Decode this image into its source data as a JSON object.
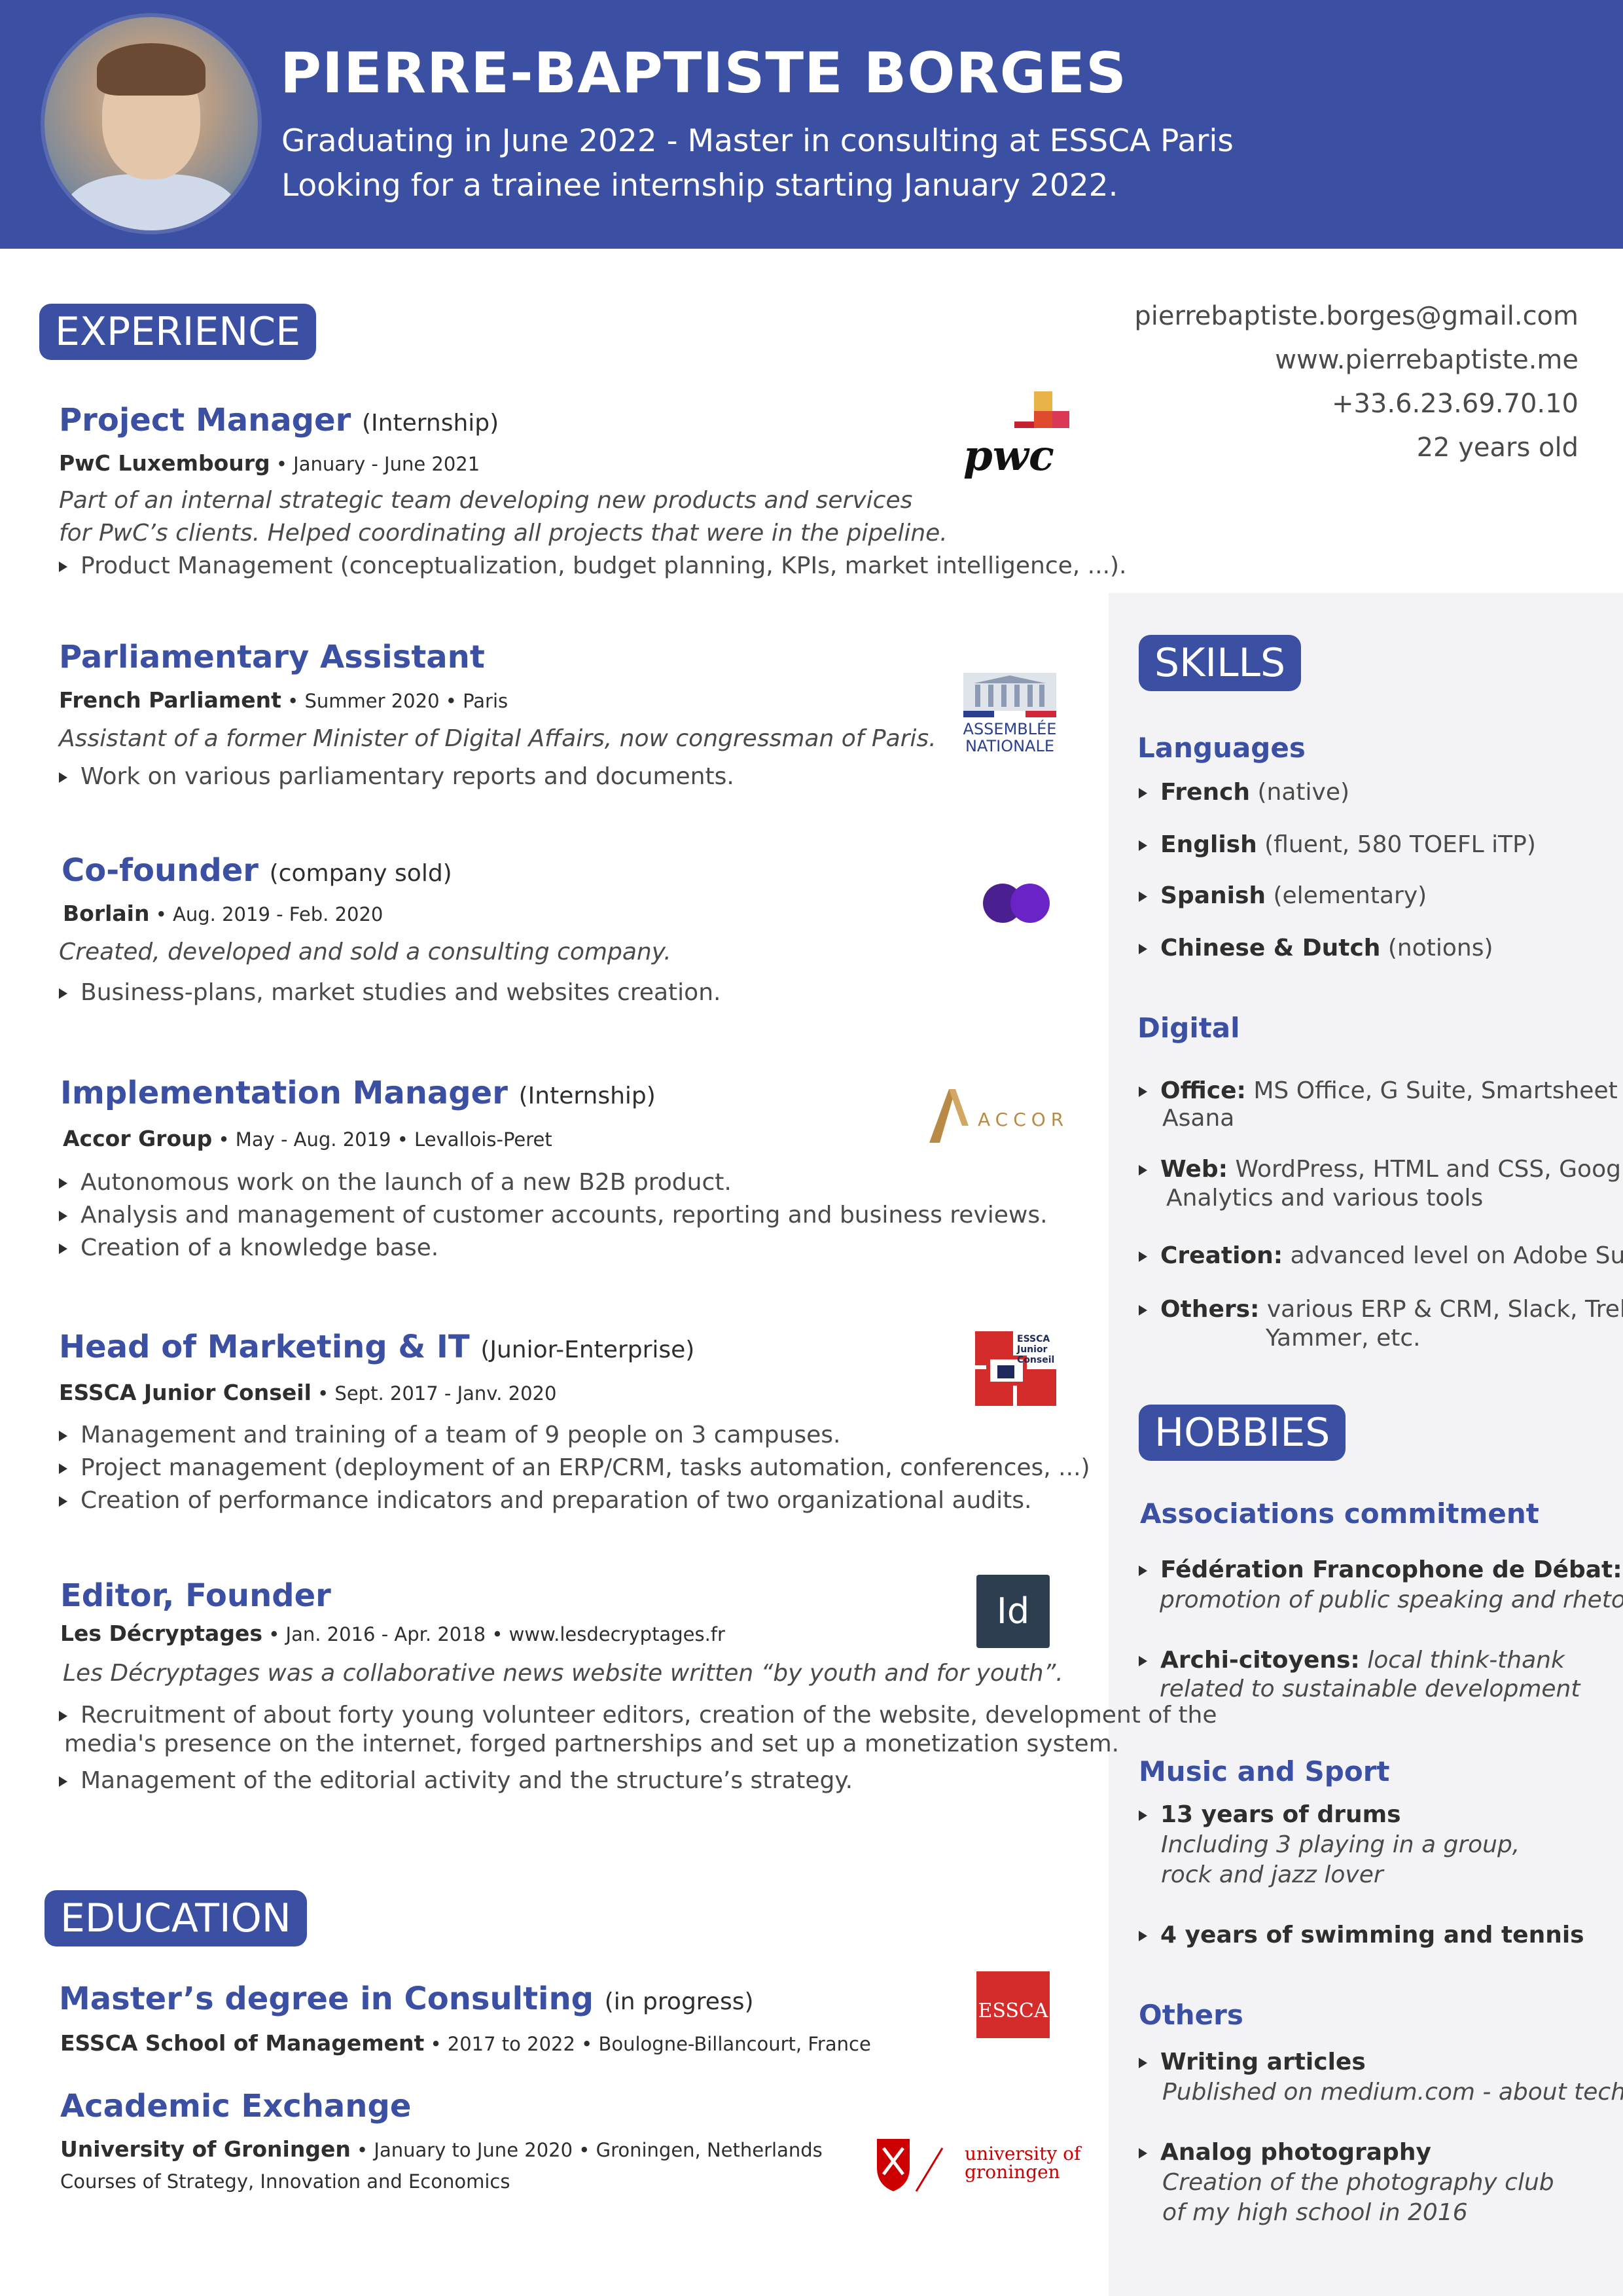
{
  "header": {
    "name": "PIERRE-BAPTISTE BORGES",
    "line1": "Graduating in June 2022 - Master in consulting at ESSCA Paris",
    "line2": "Looking for a trainee internship starting January 2022."
  },
  "contact": {
    "email": "pierrebaptiste.borges@gmail.com",
    "website": "www.pierrebaptiste.me",
    "phone": "+33.6.23.69.70.10",
    "age": "22 years old"
  },
  "sections": {
    "experience": "EXPERIENCE",
    "education": "EDUCATION",
    "skills": "SKILLS",
    "hobbies": "HOBBIES"
  },
  "experience": [
    {
      "role": "Project Manager",
      "note": "(Internship)",
      "org": "PwC Luxembourg",
      "meta": " • January - June 2021",
      "desc1": "Part of an internal strategic team developing new products and services",
      "desc2": "for PwC’s clients. Helped coordinating all projects that were in the pipeline.",
      "b1": "Product Management (conceptualization, budget planning, KPIs, market intelligence, ...).",
      "logo": "pwc"
    },
    {
      "role": "Parliamentary Assistant",
      "note": "",
      "org": "French Parliament",
      "meta": " • Summer 2020 • Paris",
      "desc1": "Assistant of a former Minister of Digital Affairs, now congressman of Paris.",
      "b1": "Work on various parliamentary reports and documents.",
      "logo_line1": "ASSEMBLÉE",
      "logo_line2": "NATIONALE"
    },
    {
      "role": "Co-founder",
      "note": "(company sold)",
      "org": "Borlain",
      "meta": " • Aug. 2019 - Feb. 2020",
      "desc1": "Created, developed and sold a consulting company.",
      "b1": "Business-plans, market studies and websites creation."
    },
    {
      "role": "Implementation Manager",
      "note": "(Internship)",
      "org": "Accor Group",
      "meta": " • May - Aug. 2019 • Levallois-Peret",
      "b1": "Autonomous work on the launch of a new B2B product.",
      "b2": "Analysis and management of customer accounts, reporting and business reviews.",
      "b3": "Creation of a knowledge base.",
      "logo": "ACCOR"
    },
    {
      "role": "Head of Marketing & IT",
      "note": "(Junior-Enterprise)",
      "org": "ESSCA Junior Conseil",
      "meta": " • Sept. 2017 - Janv. 2020",
      "b1": "Management and training of a team of 9 people on 3 campuses.",
      "b2": "Project management (deployment of an ERP/CRM, tasks automation, conferences, ...)",
      "b3": "Creation of performance indicators and preparation of two organizational audits.",
      "logo_l1": "ESSCA",
      "logo_l2": "Junior",
      "logo_l3": "Conseil"
    },
    {
      "role": "Editor, Founder",
      "note": "",
      "org": "Les Décryptages",
      "meta": " • Jan. 2016 - Apr. 2018 • www.lesdecryptages.fr",
      "desc1": "Les Décryptages was a collaborative news website written “by youth and for youth”.",
      "b1": "Recruitment of about forty young volunteer editors, creation of the website, development of the",
      "b1b": "media's presence on the internet, forged partnerships and set up a monetization system.",
      "b2": "Management of the editorial activity and the structure’s strategy.",
      "logo": "Id"
    }
  ],
  "education": [
    {
      "role": "Master’s degree in Consulting",
      "note": "(in progress)",
      "org": "ESSCA School of Management",
      "meta": " • 2017 to 2022 • Boulogne-Billancourt, France",
      "logo": "ESSCA"
    },
    {
      "role": "Academic Exchange",
      "note": "",
      "org": "University of Groningen",
      "meta": " • January to June 2020 • Groningen, Netherlands",
      "extra": "Courses of Strategy, Innovation and Economics",
      "logo1": "university of",
      "logo2": "groningen"
    }
  ],
  "skills": {
    "languages_title": "Languages",
    "languages": [
      {
        "name": "French",
        "level": " (native)"
      },
      {
        "name": "English",
        "level": " (fluent, 580 TOEFL iTP)"
      },
      {
        "name": "Spanish",
        "level": " (elementary)"
      },
      {
        "name": "Chinese & Dutch",
        "level": " (notions)"
      }
    ],
    "digital_title": "Digital",
    "digital": [
      {
        "name": "Office:",
        "value": " MS Office, G Suite, Smartsheet &",
        "value2": "Asana"
      },
      {
        "name": "Web:",
        "value": " WordPress, HTML and CSS, Google",
        "value2": "Analytics and various tools"
      },
      {
        "name": "Creation:",
        "value": " advanced level on Adobe Suite"
      },
      {
        "name": "Others:",
        "value": " various ERP & CRM, Slack, Trello,",
        "value2": "Yammer, etc."
      }
    ]
  },
  "hobbies": {
    "assoc_title": "Associations commitment",
    "assoc": [
      {
        "name": "Fédération Francophone de Débat:",
        "desc": "promotion of public speaking and rhetoric"
      },
      {
        "name": "Archi-citoyens:",
        "desc_inline": " local think-thank",
        "desc": "related to sustainable development"
      }
    ],
    "music_title": "Music and Sport",
    "music": [
      {
        "name": "13 years of drums",
        "desc": "Including 3 playing  in a group,",
        "desc2": "rock and jazz lover"
      },
      {
        "name": "4 years of swimming and tennis"
      }
    ],
    "others_title": "Others",
    "others": [
      {
        "name": "Writing articles",
        "desc": "Published on medium.com - about tech"
      },
      {
        "name": "Analog photography",
        "desc": "Creation of the photography club",
        "desc2": "of my high school in 2016"
      }
    ]
  },
  "colors": {
    "accent": "#3b4fa3",
    "sidebar": "#f3f3f5",
    "text": "#2e2e2e"
  }
}
